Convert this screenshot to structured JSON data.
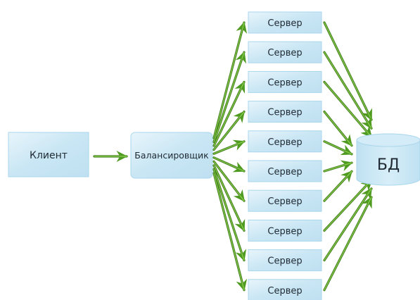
{
  "client": {
    "label": "Клиент"
  },
  "balancer": {
    "label": "Балансировщик"
  },
  "servers": [
    {
      "label": "Сервер"
    },
    {
      "label": "Сервер"
    },
    {
      "label": "Сервер"
    },
    {
      "label": "Сервер"
    },
    {
      "label": "Сервер"
    },
    {
      "label": "Сервер"
    },
    {
      "label": "Сервер"
    },
    {
      "label": "Сервер"
    },
    {
      "label": "Сервер"
    },
    {
      "label": "Сервер"
    }
  ],
  "database": {
    "label": "БД"
  },
  "colors": {
    "box_fill": "#c9e6f4",
    "box_fill_light": "#e4f3fa",
    "box_stroke": "#9fd0e8",
    "arrow_green": "#5aa628",
    "arrow_green_dark": "#3d7a18"
  }
}
